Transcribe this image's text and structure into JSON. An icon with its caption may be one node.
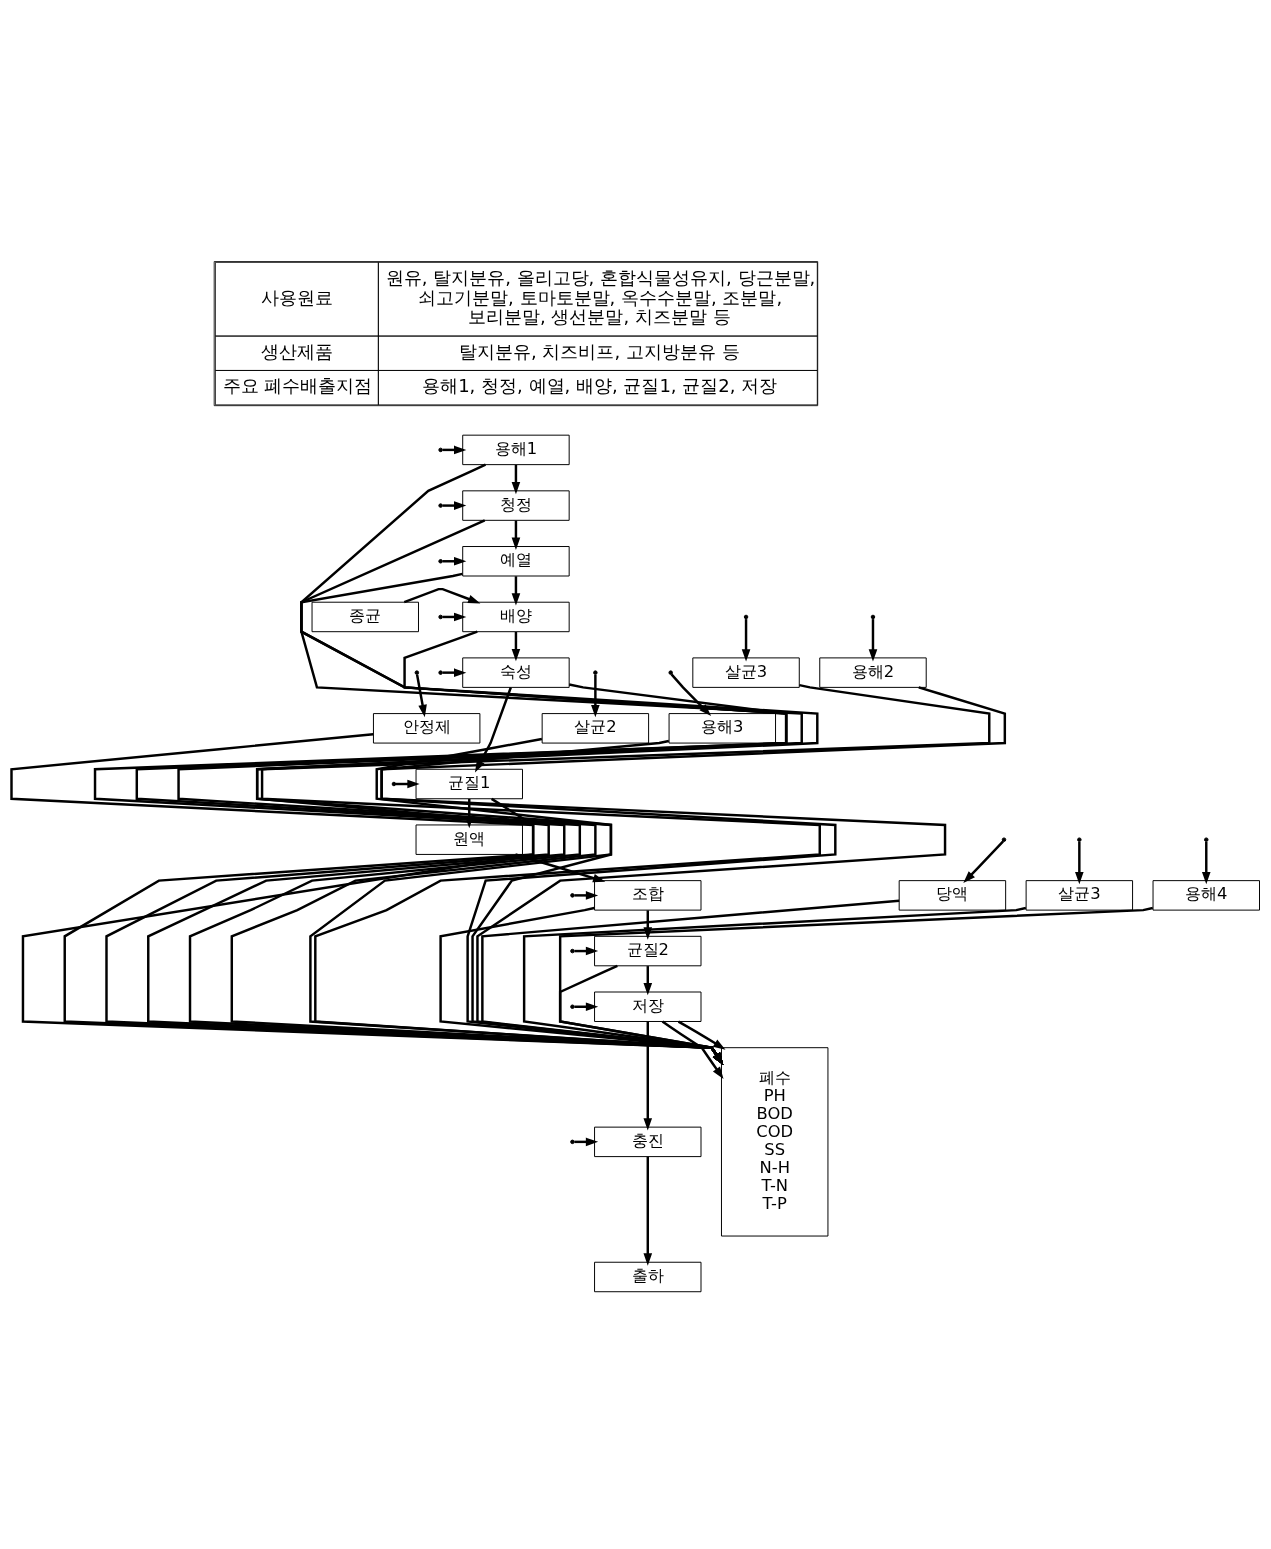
{
  "diagram": {
    "nodes": [
      {
        "text": [
          "용해1"
        ]
      },
      {
        "text": [
          "청정"
        ]
      },
      {
        "text": [
          "예열"
        ]
      },
      {
        "text": [
          "배양"
        ]
      },
      {
        "text": [
          "종균"
        ]
      },
      {
        "text": [
          "숙성"
        ]
      },
      {
        "text": [
          "살균3"
        ]
      },
      {
        "text": [
          "용해2"
        ]
      },
      {
        "text": [
          "안정제"
        ]
      },
      {
        "text": [
          "살균2"
        ]
      },
      {
        "text": [
          "용해3"
        ]
      },
      {
        "text": [
          "균질1"
        ]
      },
      {
        "text": [
          "원액"
        ]
      },
      {
        "text": [
          "조합"
        ]
      },
      {
        "text": [
          "당액"
        ]
      },
      {
        "text": [
          "살균3"
        ]
      },
      {
        "text": [
          "용해4"
        ]
      },
      {
        "text": [
          "균질2"
        ]
      },
      {
        "text": [
          "저장"
        ]
      },
      {
        "text": [
          "충진"
        ]
      },
      {
        "text": [
          "출하"
        ]
      },
      {
        "text": [
          "폐수",
          "PH",
          "BOD",
          "COD",
          "SS",
          "N-H",
          "T-N",
          "T-P"
        ]
      }
    ],
    "edges": [
      {
        "from": 0,
        "to": 1,
        "arrow": "to"
      },
      {
        "from": 1,
        "to": 2,
        "arrow": "to"
      },
      {
        "from": 2,
        "to": 3,
        "arrow": "to"
      },
      {
        "from": 4,
        "to": 3,
        "arrow": "to"
      },
      {
        "from": 3,
        "to": 5,
        "arrow": "to"
      },
      {
        "from": 5,
        "to": 11,
        "arrow": "to"
      },
      {
        "from": 11,
        "to": 12,
        "arrow": "to"
      },
      {
        "from": 12,
        "to": 13,
        "arrow": "to"
      },
      {
        "from": 13,
        "to": 17,
        "arrow": "to"
      },
      {
        "from": 17,
        "to": 18,
        "arrow": "to"
      },
      {
        "from": 18,
        "to": 19,
        "arrow": "to"
      },
      {
        "from": 19,
        "to": 20,
        "arrow": "to"
      },
      {
        "from": null,
        "to": 0,
        "arrow": "to"
      },
      {
        "from": null,
        "to": 1,
        "arrow": "to"
      },
      {
        "from": null,
        "to": 2,
        "arrow": "to"
      },
      {
        "from": null,
        "to": 3,
        "arrow": "to"
      },
      {
        "from": null,
        "to": 5,
        "arrow": "to"
      },
      {
        "from": null,
        "to": 6,
        "arrow": "to"
      },
      {
        "from": null,
        "to": 7,
        "arrow": "to"
      },
      {
        "from": null,
        "to": 8,
        "arrow": "to"
      },
      {
        "from": null,
        "to": 9,
        "arrow": "to"
      },
      {
        "from": null,
        "to": 10,
        "arrow": "to"
      },
      {
        "from": null,
        "to": 11,
        "arrow": "to"
      },
      {
        "from": null,
        "to": 13,
        "arrow": "to"
      },
      {
        "from": null,
        "to": 14,
        "arrow": "to"
      },
      {
        "from": null,
        "to": 15,
        "arrow": "to"
      },
      {
        "from": null,
        "to": 16,
        "arrow": "to"
      },
      {
        "from": null,
        "to": 17,
        "arrow": "to"
      },
      {
        "from": null,
        "to": 18,
        "arrow": "to"
      },
      {
        "from": null,
        "to": 19,
        "arrow": "to"
      },
      {
        "from": 0,
        "to": 21,
        "arrow": "to"
      },
      {
        "from": 1,
        "to": 21,
        "arrow": "to"
      },
      {
        "from": 2,
        "to": 21,
        "arrow": "to"
      },
      {
        "from": 3,
        "to": 21,
        "arrow": "to"
      },
      {
        "from": 5,
        "to": 21,
        "arrow": "to"
      },
      {
        "from": 6,
        "to": 21,
        "arrow": "to"
      },
      {
        "from": 7,
        "to": 21,
        "arrow": "to"
      },
      {
        "from": 8,
        "to": 21,
        "arrow": "to"
      },
      {
        "from": 9,
        "to": 21,
        "arrow": "to"
      },
      {
        "from": 10,
        "to": 21,
        "arrow": "to"
      },
      {
        "from": 11,
        "to": 21,
        "arrow": "to"
      },
      {
        "from": 13,
        "to": 21,
        "arrow": "to"
      },
      {
        "from": 14,
        "to": 21,
        "arrow": "to"
      },
      {
        "from": 15,
        "to": 21,
        "arrow": "to"
      },
      {
        "from": 16,
        "to": 21,
        "arrow": "to"
      },
      {
        "from": 17,
        "to": 21,
        "arrow": "to"
      },
      {
        "from": 18,
        "to": 21,
        "arrow": "to"
      },
      {
        "from": 18,
        "to": 21,
        "arrow": "to"
      }
    ],
    "labels": [
      "사용원료",
      "원유, 탈지분유, 올리고당, 혼합식물성유지, 당근분말, 쇠고기분말, 토마토분말, 옥수수분말, 조분말, 보리분말, 생선분말, 치즈분말 등",
      "생산제품",
      "탈지분유, 치즈비프, 고지방분유 등",
      "주요 폐수배출지점",
      "용해1, 청정, 예열, 배양, 균질1, 균질2, 저장"
    ]
  }
}
